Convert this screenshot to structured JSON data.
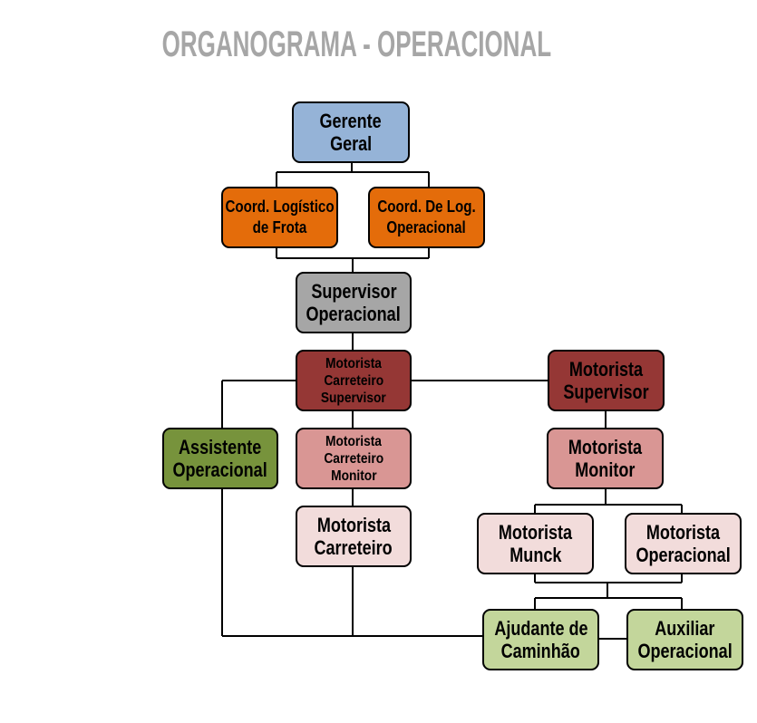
{
  "title": "ORGANOGRAMA - OPERACIONAL",
  "colors": {
    "title": "#A6A6A6",
    "connector": "#000000",
    "border": "#000000"
  },
  "nodes": {
    "gerente_geral": {
      "lines": [
        "Gerente",
        "Geral"
      ],
      "fill": "#95B3D7"
    },
    "coord_logistico_frota": {
      "lines": [
        "Coord. Logístico",
        "de Frota"
      ],
      "fill": "#E46C0A"
    },
    "coord_log_operacional": {
      "lines": [
        "Coord. De Log.",
        "Operacional"
      ],
      "fill": "#E46C0A"
    },
    "supervisor_operacional": {
      "lines": [
        "Supervisor",
        "Operacional"
      ],
      "fill": "#A6A6A6"
    },
    "motorista_carreteiro_supervisor": {
      "lines": [
        "Motorista",
        "Carreteiro",
        "Supervisor"
      ],
      "fill": "#953735"
    },
    "motorista_supervisor": {
      "lines": [
        "Motorista",
        "Supervisor"
      ],
      "fill": "#953735"
    },
    "assistente_operacional": {
      "lines": [
        "Assistente",
        "Operacional"
      ],
      "fill": "#77933C"
    },
    "motorista_carreteiro_monitor": {
      "lines": [
        "Motorista",
        "Carreteiro",
        "Monitor"
      ],
      "fill": "#D99694"
    },
    "motorista_monitor": {
      "lines": [
        "Motorista",
        "Monitor"
      ],
      "fill": "#D99694"
    },
    "motorista_carreteiro": {
      "lines": [
        "Motorista",
        "Carreteiro"
      ],
      "fill": "#F2DCDB"
    },
    "motorista_munck": {
      "lines": [
        "Motorista",
        "Munck"
      ],
      "fill": "#F2DCDB"
    },
    "motorista_operacional": {
      "lines": [
        "Motorista",
        "Operacional"
      ],
      "fill": "#F2DCDB"
    },
    "ajudante_caminhao": {
      "lines": [
        "Ajudante de",
        "Caminhão"
      ],
      "fill": "#C3D69B"
    },
    "auxiliar_operacional": {
      "lines": [
        "Auxiliar",
        "Operacional"
      ],
      "fill": "#C3D69B"
    }
  }
}
